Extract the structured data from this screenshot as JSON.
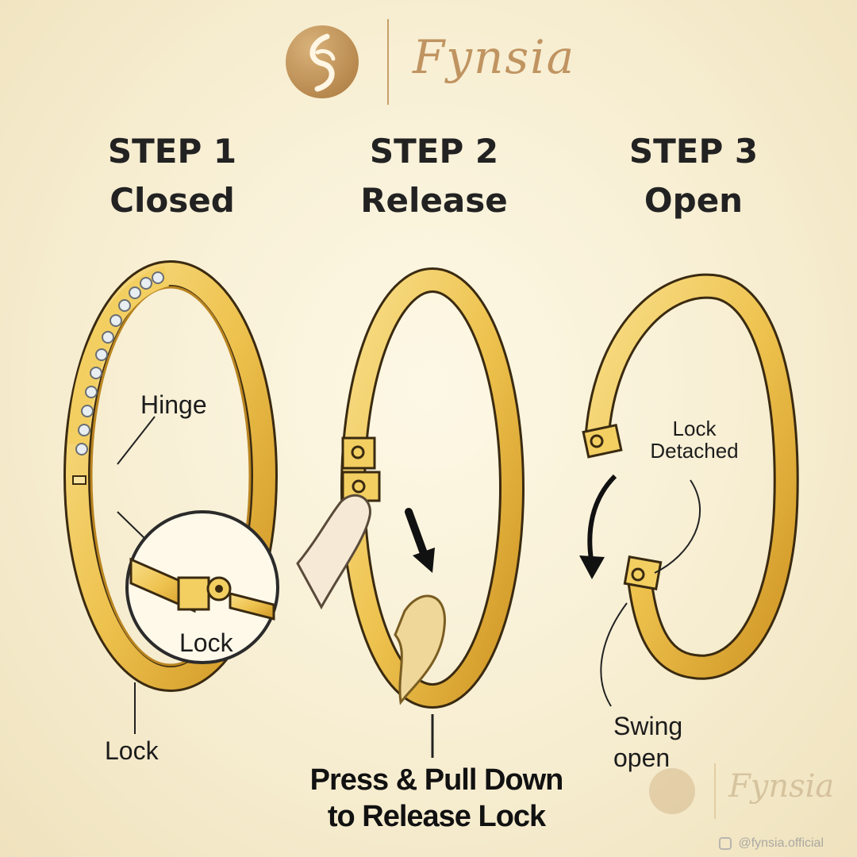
{
  "brand": {
    "name": "Fynsia",
    "handle": "@fynsia.official",
    "accent_color": "#c09461"
  },
  "steps": [
    {
      "number": "STEP 1",
      "name": "Closed"
    },
    {
      "number": "STEP 2",
      "name": "Release"
    },
    {
      "number": "STEP 3",
      "name": "Open"
    }
  ],
  "labels": {
    "hinge": "Hinge",
    "lock_zoom": "Lock",
    "lock_bottom": "Lock",
    "press_line1": "Press & Pull Down",
    "press_line2": "to Release Lock",
    "lock_detached_line1": "Lock",
    "lock_detached_line2": "Detached",
    "swing_line1": "Swing",
    "swing_line2": "open"
  },
  "colors": {
    "gold_light": "#f5d77a",
    "gold_mid": "#e8b83a",
    "gold_dark": "#c98f1c",
    "outline": "#3a2a10"
  }
}
